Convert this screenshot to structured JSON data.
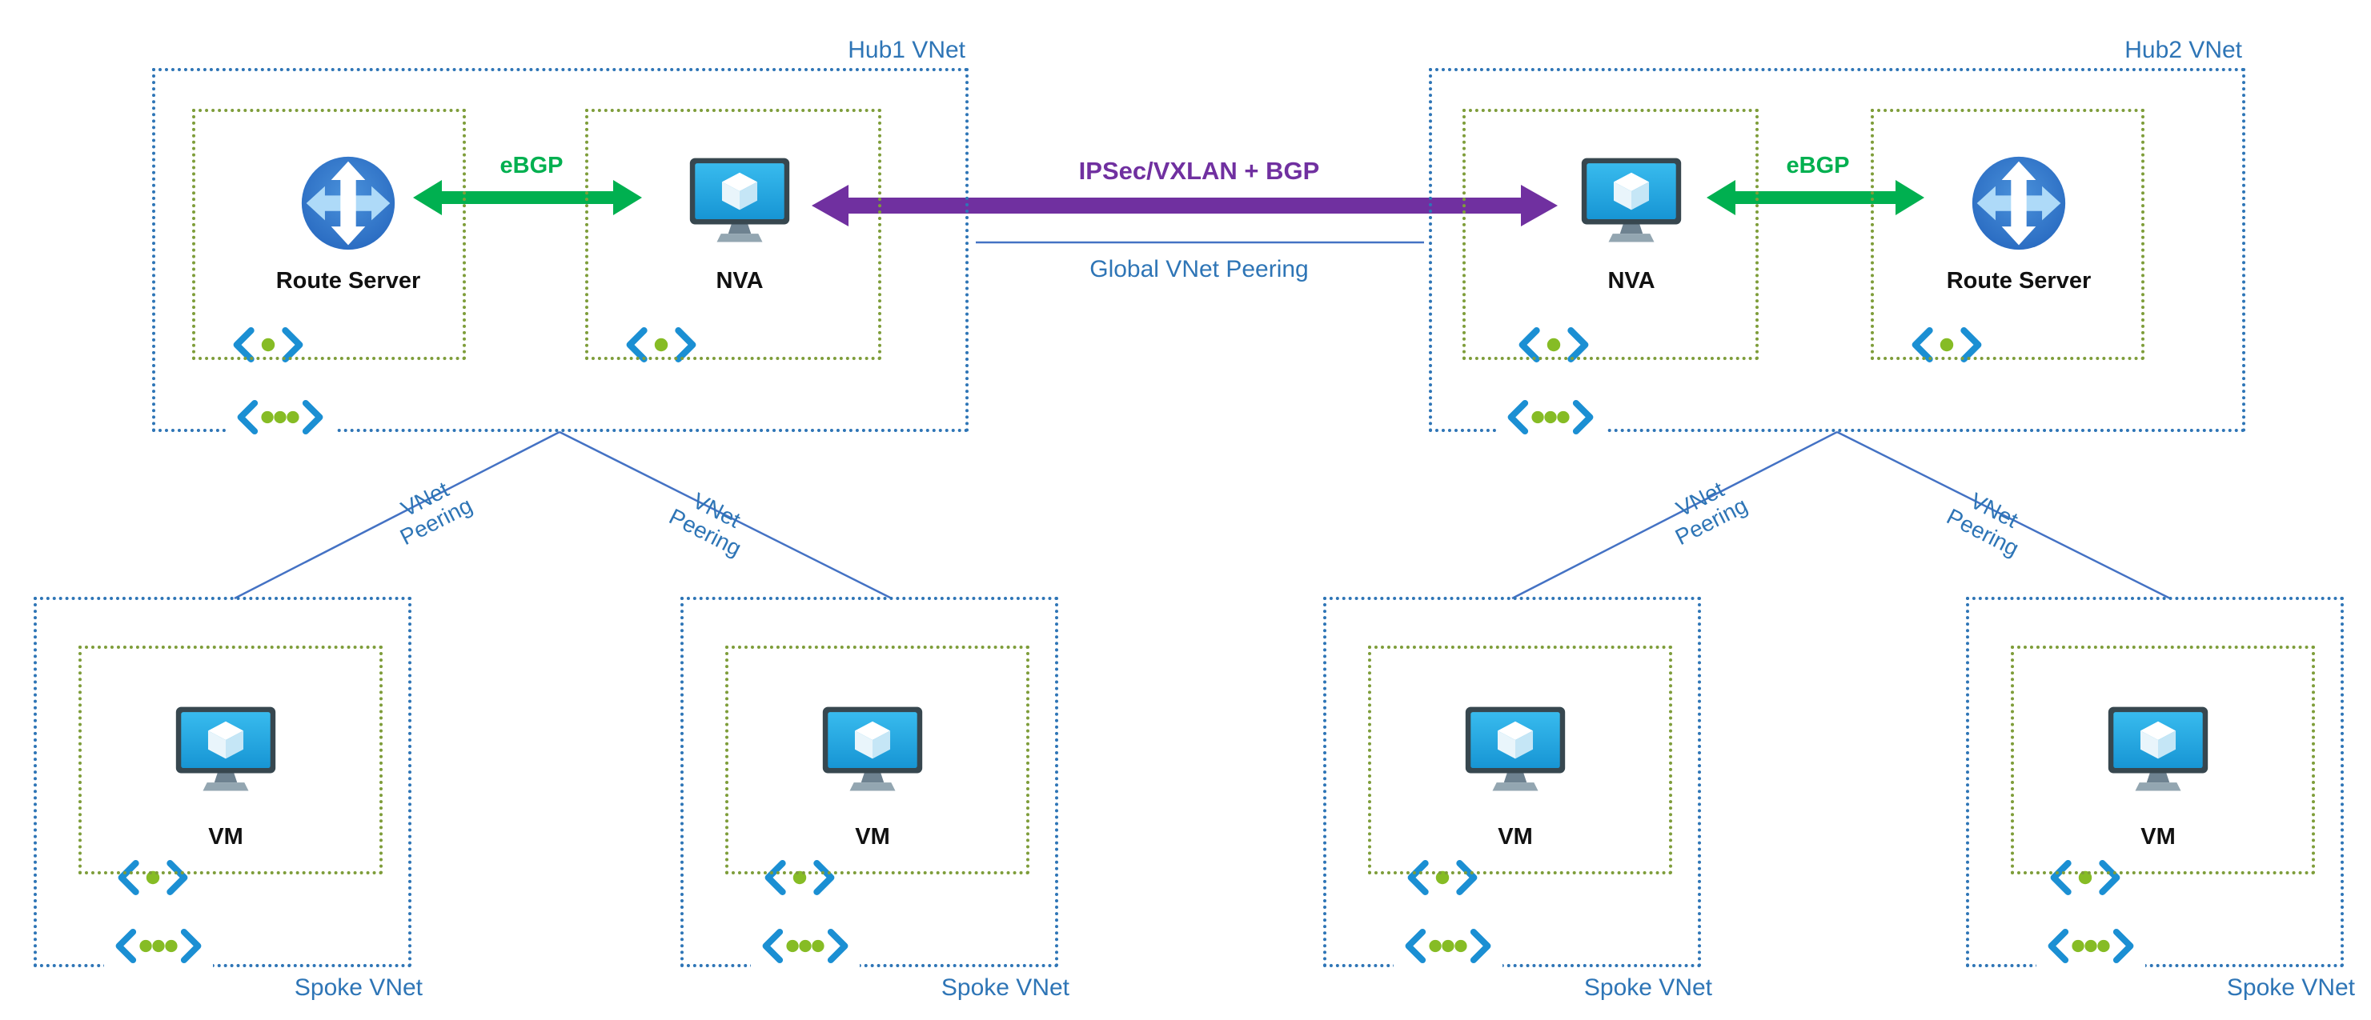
{
  "colors": {
    "vnet_border_blue": "#2E75B6",
    "subnet_border_green": "#7E9D3A",
    "label_blue": "#2E75B6",
    "ebgp_green": "#00B050",
    "tunnel_purple": "#7030A0",
    "peering_line_blue": "#4472C4",
    "icon_screen_cyan": "#2AA7E0",
    "icon_bracket_blue": "#1B8FD3",
    "icon_dot_green": "#86BC25",
    "route_server_blue": "#2F6FC6"
  },
  "hub1": {
    "label": "Hub1 VNet",
    "route_server_label": "Route Server",
    "nva_label": "NVA",
    "ebgp_label": "eBGP"
  },
  "hub2": {
    "label": "Hub2 VNet",
    "route_server_label": "Route Server",
    "nva_label": "NVA",
    "ebgp_label": "eBGP"
  },
  "interconnect": {
    "tunnel_label": "IPSec/VXLAN + BGP",
    "global_peering_label": "Global VNet Peering"
  },
  "peering_labels": [
    "VNet Peering",
    "VNet Peering",
    "VNet Peering",
    "VNet Peering"
  ],
  "spokes": [
    {
      "vm_label": "VM",
      "vnet_label": "Spoke VNet"
    },
    {
      "vm_label": "VM",
      "vnet_label": "Spoke VNet"
    },
    {
      "vm_label": "VM",
      "vnet_label": "Spoke VNet"
    },
    {
      "vm_label": "VM",
      "vnet_label": "Spoke VNet"
    }
  ],
  "icons": {
    "route_server": "route-server-icon",
    "nva_vm": "virtual-machine-icon",
    "subnet": "subnet-icon",
    "vnet": "virtual-network-icon"
  }
}
